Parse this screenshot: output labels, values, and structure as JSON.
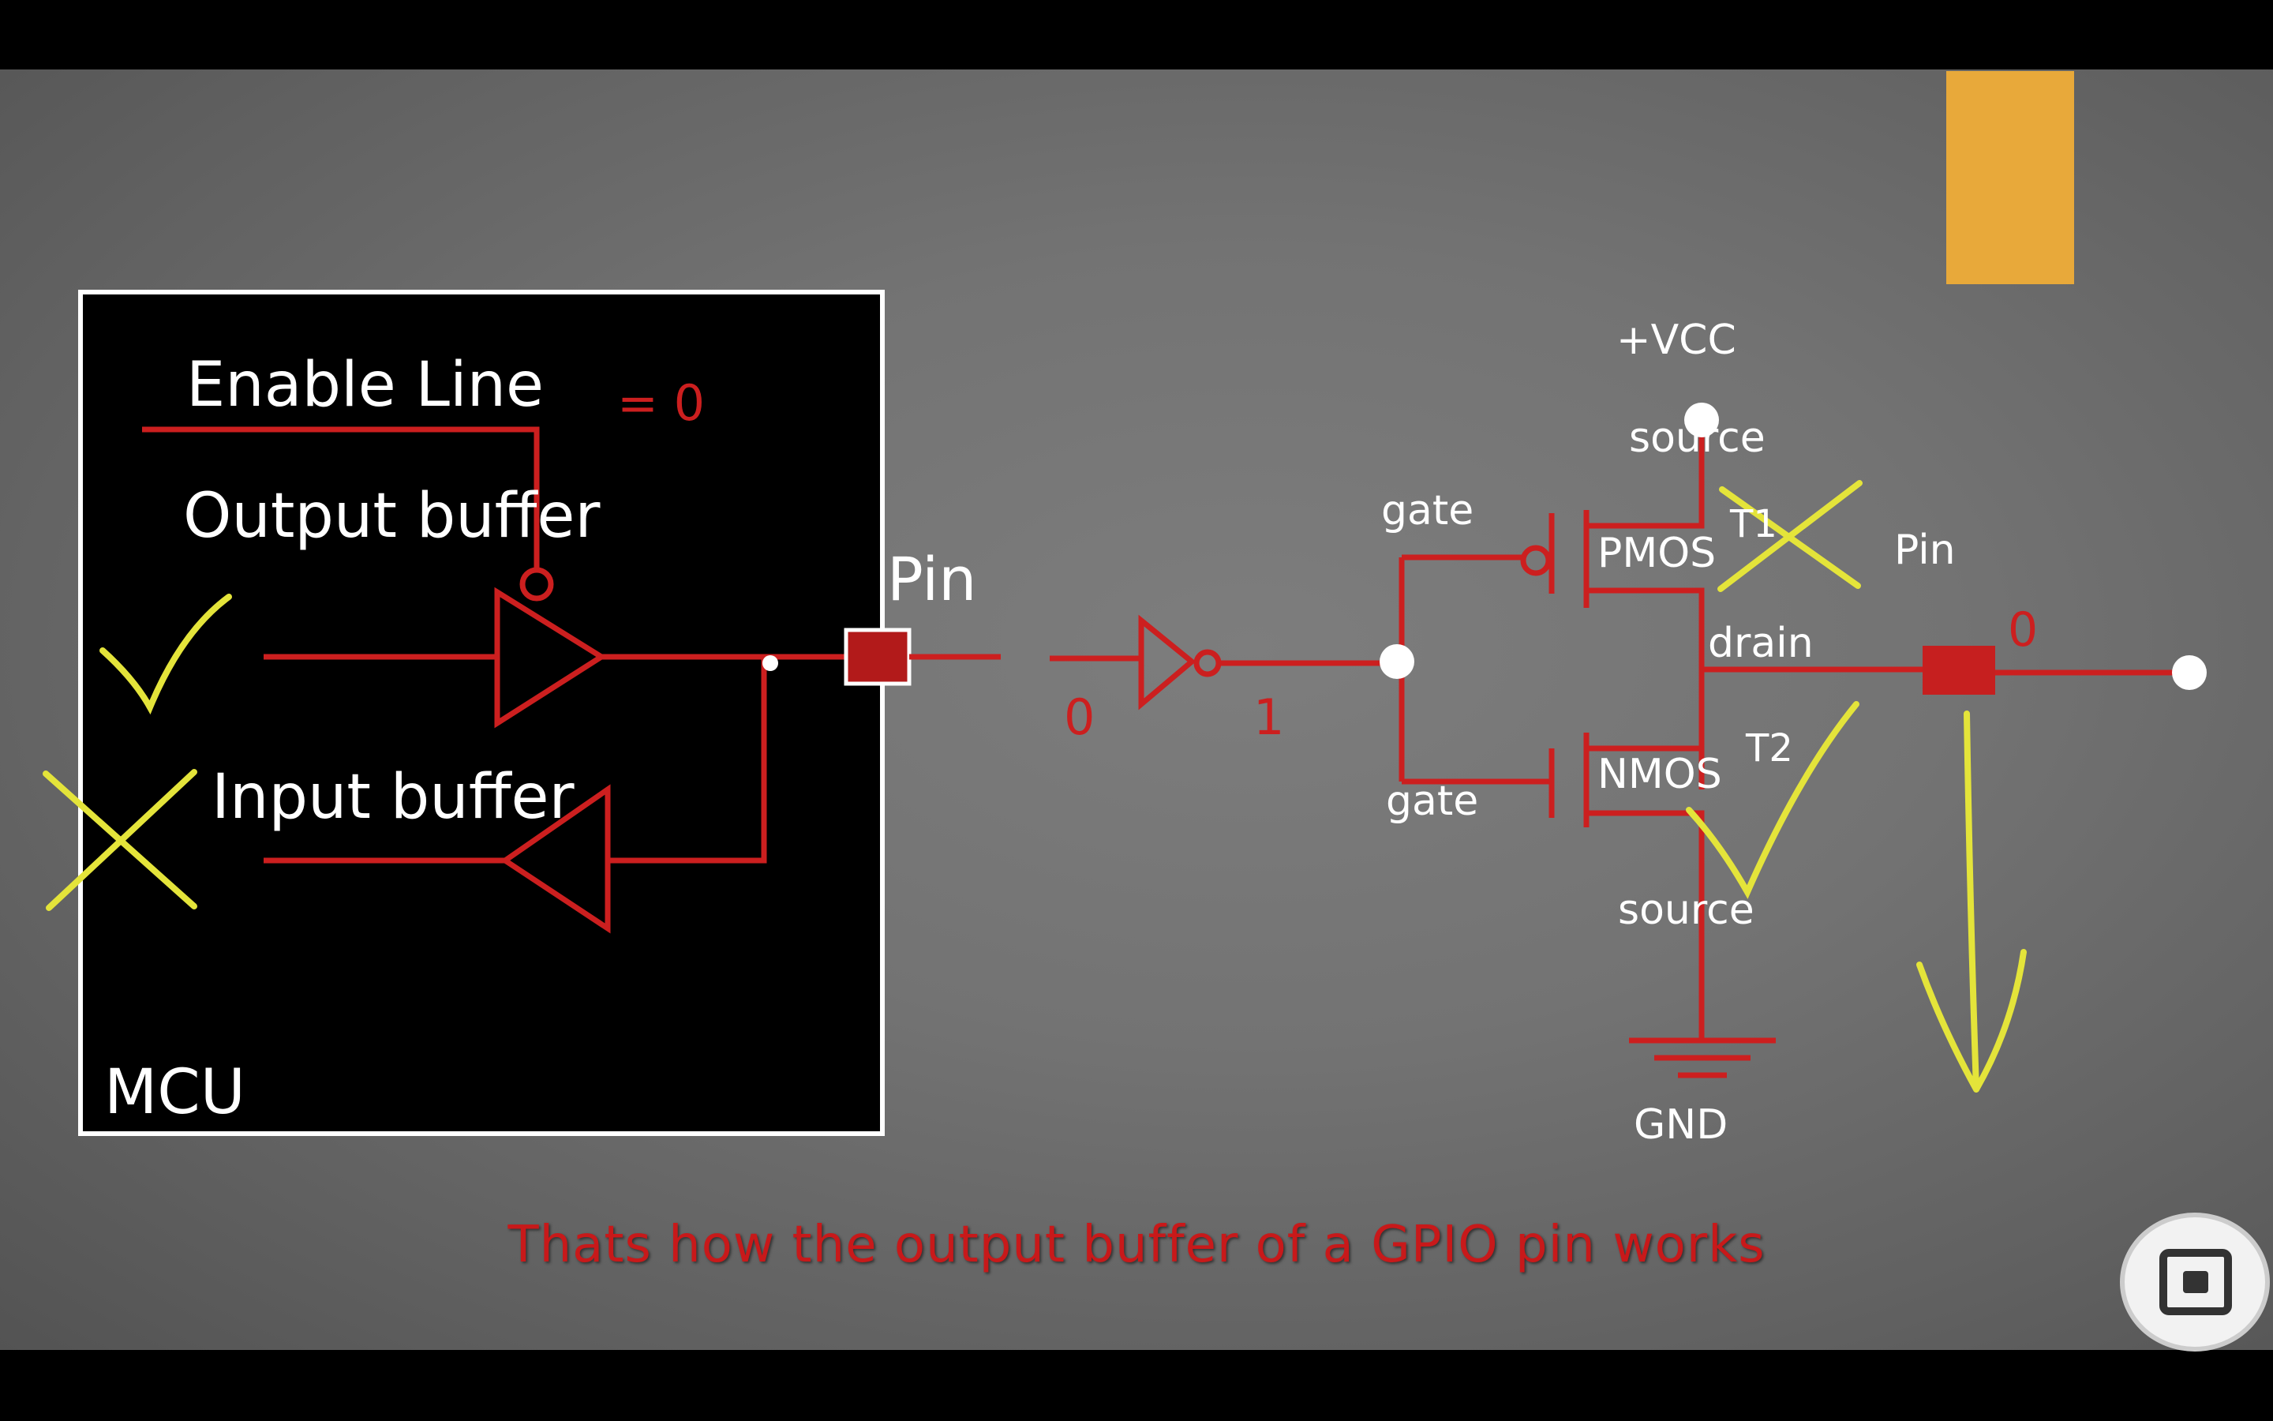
{
  "mcu": {
    "enable_line": "Enable Line",
    "enable_value": "= 0",
    "output_buffer": "Output buffer",
    "input_buffer": "Input buffer",
    "mcu_label": "MCU"
  },
  "pin_label_left": "Pin",
  "inverter": {
    "input_value": "0",
    "output_value": "1"
  },
  "mosfet": {
    "vcc": "+VCC",
    "pmos_source": "source",
    "pmos_gate": "gate",
    "pmos_label": "PMOS",
    "pmos_tag": "T1",
    "drain": "drain",
    "nmos_gate": "gate",
    "nmos_label": "NMOS",
    "nmos_tag": "T2",
    "nmos_source": "source",
    "gnd": "GND"
  },
  "pin_label_right": "Pin",
  "pin_value": "0",
  "subtitle": "Thats how the output buffer of a GPIO pin works",
  "colors": {
    "wire": "#cc1f1f",
    "annotation": "#e4e43a",
    "mcu_bg": "#000000",
    "highlight": "#e8a93a"
  }
}
